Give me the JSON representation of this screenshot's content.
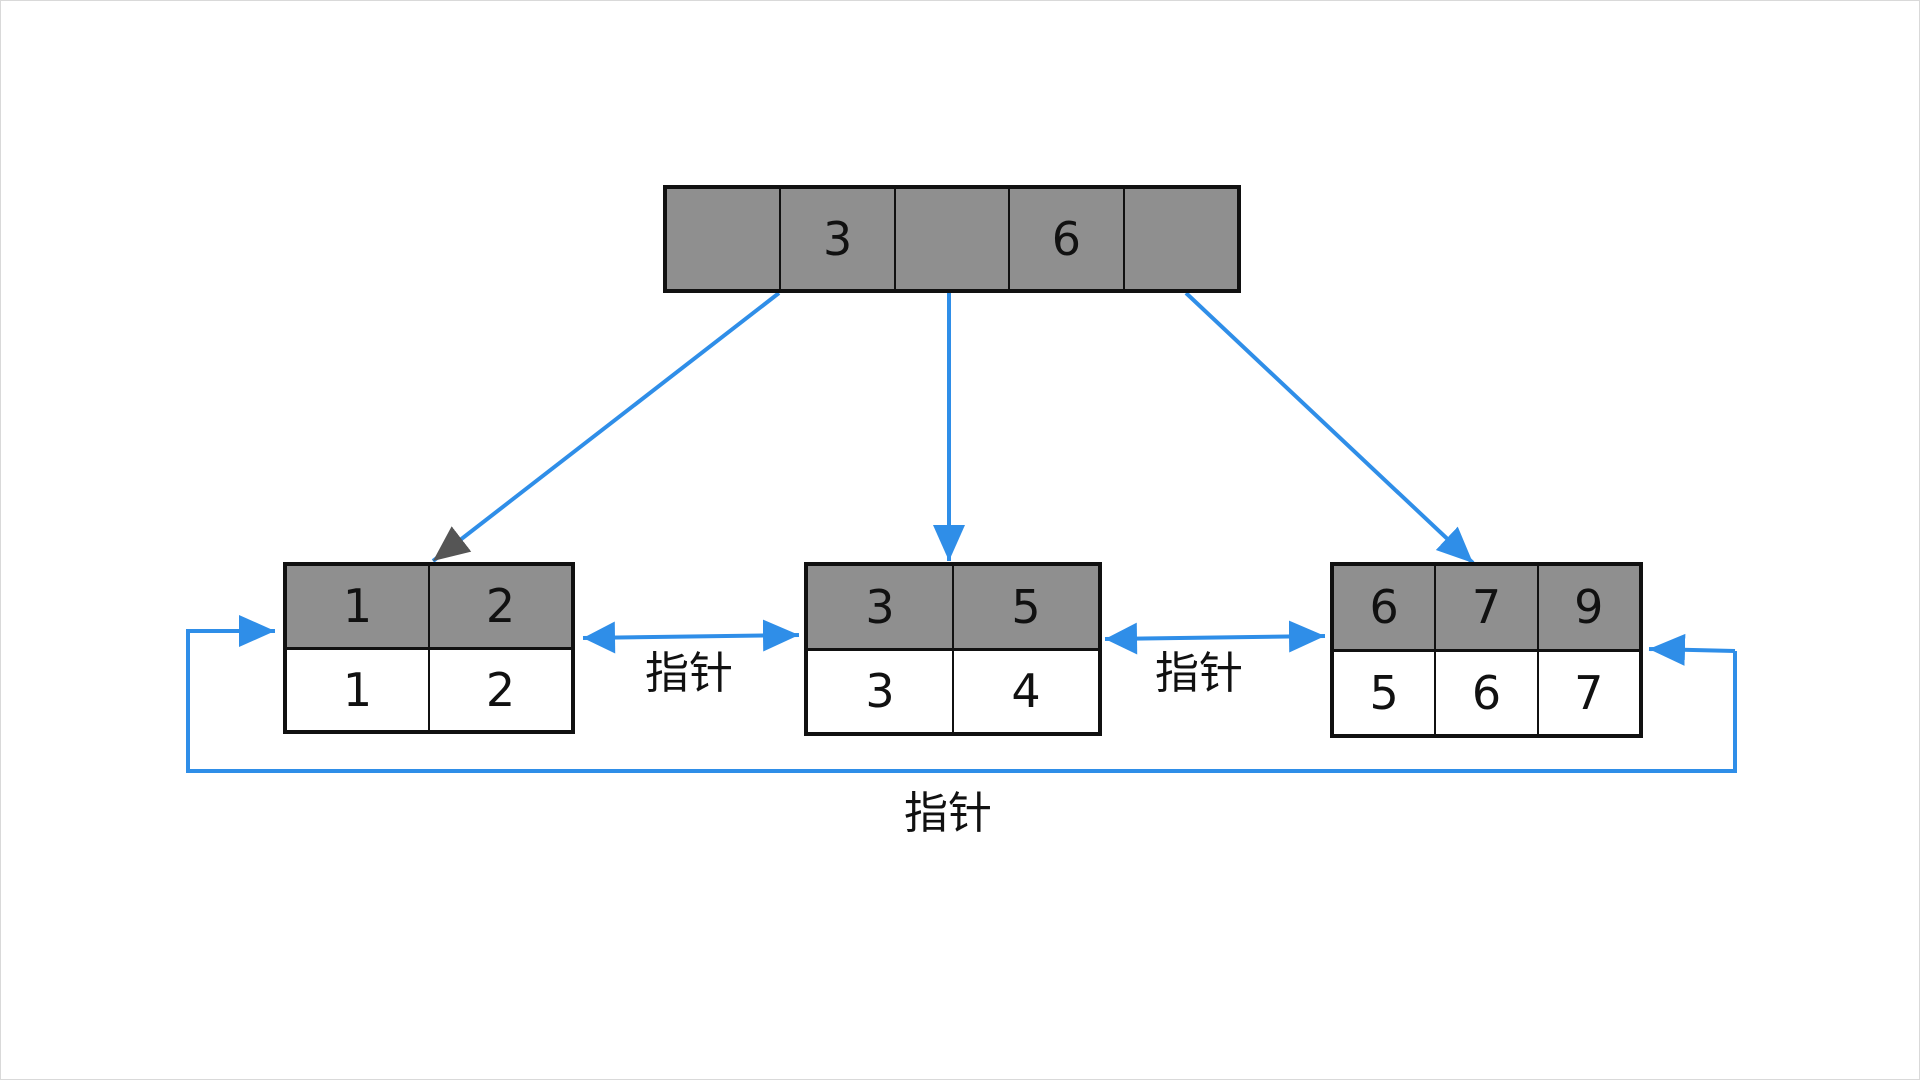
{
  "colors": {
    "key_fill": "#8f8f8f",
    "link": "#2f8ee8",
    "border": "#111111"
  },
  "root": {
    "cells": [
      "",
      "3",
      "",
      "6",
      ""
    ]
  },
  "leaves": [
    {
      "keys": [
        "1",
        "2"
      ],
      "values": [
        "1",
        "2"
      ]
    },
    {
      "keys": [
        "3",
        "5"
      ],
      "values": [
        "3",
        "4"
      ]
    },
    {
      "keys": [
        "6",
        "7",
        "9"
      ],
      "values": [
        "5",
        "6",
        "7"
      ]
    }
  ],
  "pointer_labels": [
    "指针",
    "指针",
    "指针"
  ]
}
